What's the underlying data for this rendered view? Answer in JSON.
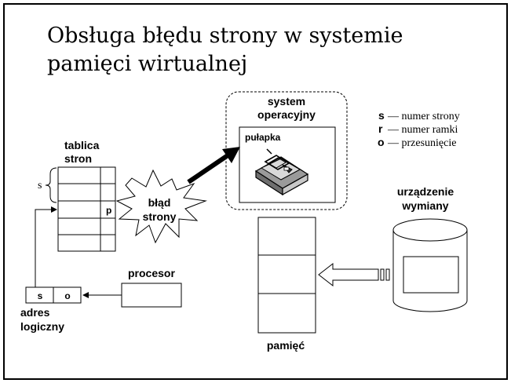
{
  "title": "Obsługa błędu strony w systemie pamięci wirtualnej",
  "labels": {
    "os": [
      "system",
      "operacyjny"
    ],
    "trap": "pułapka",
    "page_table": [
      "tablica",
      "stron"
    ],
    "s_brace": "s",
    "p_mark": "p",
    "page_fault": [
      "błąd",
      "strony"
    ],
    "processor": "procesor",
    "address_cells": [
      "s",
      "o"
    ],
    "logical_address": [
      "adres",
      "logiczny"
    ],
    "swap_device": [
      "urządzenie",
      "wymiany"
    ],
    "memory": "pamięć"
  },
  "legend": [
    {
      "key": "s",
      "text": "— numer strony"
    },
    {
      "key": "r",
      "text": "— numer ramki"
    },
    {
      "key": "o",
      "text": "— przesunięcie"
    }
  ]
}
